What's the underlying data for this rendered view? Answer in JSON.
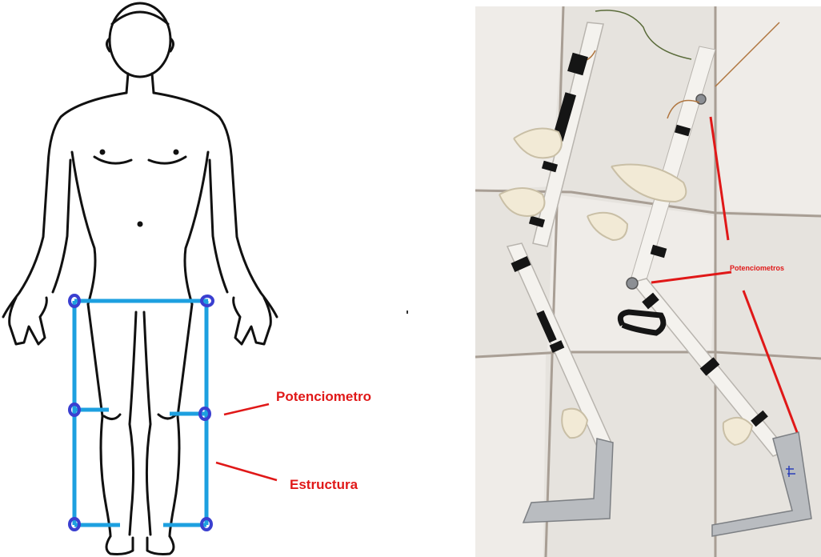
{
  "left_diagram": {
    "labels": {
      "potenciometro": "Potenciometro",
      "estructura": "Estructura"
    },
    "colors": {
      "structure": "#1da0e0",
      "joint": "#3a3fd0",
      "annotation": "#e01818",
      "outline": "#111111"
    }
  },
  "right_photo": {
    "labels": {
      "potenciometros": "Potenciometros"
    },
    "colors": {
      "tile": "#e9e6e2",
      "grout": "#a89e94",
      "pvc": "#f4f2ee",
      "strap": "#f2ead6",
      "tape": "#151515",
      "metal": "#b9bcc0"
    }
  }
}
